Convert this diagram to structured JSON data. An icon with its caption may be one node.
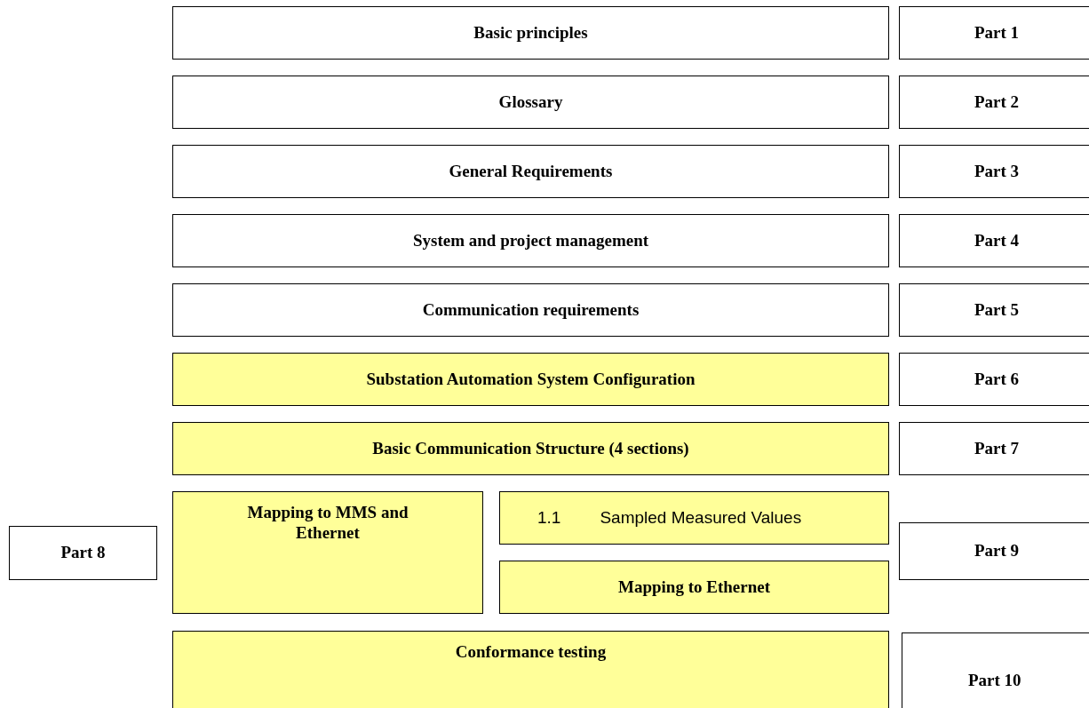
{
  "diagram": {
    "nodes": [
      {
        "text": [
          "Basic principles"
        ]
      },
      {
        "text": [
          "Part 1"
        ]
      },
      {
        "text": [
          "Glossary"
        ]
      },
      {
        "text": [
          "Part 2"
        ]
      },
      {
        "text": [
          "General Requirements"
        ]
      },
      {
        "text": [
          "Part 3"
        ]
      },
      {
        "text": [
          "System and project management"
        ]
      },
      {
        "text": [
          "Part 4"
        ]
      },
      {
        "text": [
          "Communication requirements"
        ]
      },
      {
        "text": [
          "Part 5"
        ]
      },
      {
        "text": [
          "Substation Automation System Configuration"
        ]
      },
      {
        "text": [
          "Part 6"
        ]
      },
      {
        "text": [
          "Basic Communication Structure (4 sections)"
        ]
      },
      {
        "text": [
          "Part 7"
        ]
      },
      {
        "text": [
          "Mapping to MMS and Ethernet"
        ]
      },
      {
        "text": [
          "1.1",
          "Sampled Measured Values"
        ]
      },
      {
        "text": [
          "Part 8"
        ]
      },
      {
        "text": [
          "Part 9"
        ]
      },
      {
        "text": [
          "Mapping to Ethernet"
        ]
      },
      {
        "text": [
          "Conformance testing"
        ]
      },
      {
        "text": [
          "Part 10"
        ]
      }
    ]
  }
}
